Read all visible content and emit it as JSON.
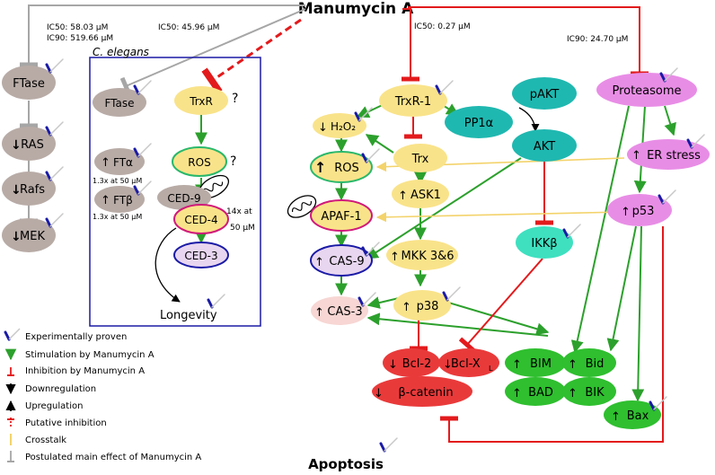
{
  "title": "Manumycin A",
  "bottom_title": "Apoptosis",
  "ic": {
    "left_ic50": "IC50:  58.03 µM",
    "left_ic90": "IC90: 519.66 µM",
    "mid_ic50": "IC50: 45.96 µM",
    "trxr_ic50": "IC50: 0.27 µM",
    "proteasome_ic90": "IC90: 24.70 µM"
  },
  "celegans": {
    "title": "C. elegans",
    "ftase": "FTase",
    "trxr": "TrxR",
    "q1": "?",
    "ros": "ROS",
    "q2": "?",
    "ftalpha": "FTα",
    "ftalpha_note": "1.3x at 50 µM",
    "ftbeta": "FTβ",
    "ftbeta_note": "1.3x at 50 µM",
    "ced9": "CED-9",
    "ced4": "CED-4",
    "ced4_note1": "14x at",
    "ced4_note2": "50 µM",
    "ced3": "CED-3",
    "longevity": "Longevity"
  },
  "left_chain": {
    "ftase": "FTase",
    "ras": "RAS",
    "rafs": "Rafs",
    "mek": "MEK"
  },
  "nodes": {
    "trxr1": "TrxR-1",
    "h2o2": "H₂O₂",
    "pp1a": "PP1α",
    "pakt": "pAKT",
    "akt": "AKT",
    "proteasome": "Proteasome",
    "er_stress": "ER stress",
    "ros": "ROS",
    "trx": "Trx",
    "ask1": "ASK1",
    "apaf1": "APAF-1",
    "p53": "p53",
    "cas9": "CAS-9",
    "mkk": "MKK 3&6",
    "ikkb": "IKKβ",
    "p38": "p38",
    "cas3": "CAS-3",
    "bcl2": "Bcl-2",
    "bclxl": "Bcl-X",
    "bclxl_sub": "L",
    "bim": "BIM",
    "bid": "Bid",
    "bad": "BAD",
    "bik": "BIK",
    "bcatenin": "β-catenin",
    "bax": "Bax"
  },
  "legend": [
    {
      "label": "Experimentally proven",
      "icon": "pen-stroke-icon"
    },
    {
      "label": "Stimulation by Manumycin A",
      "icon": "green-arrow-icon"
    },
    {
      "label": "Inhibition by Manumycin A",
      "icon": "red-inhibition-icon"
    },
    {
      "label": "Downregulation",
      "icon": "down-arrow-icon"
    },
    {
      "label": "Upregulation",
      "icon": "up-arrow-icon"
    },
    {
      "label": "Putative inhibition",
      "icon": "dashed-red-inhibition-icon"
    },
    {
      "label": "Crosstalk",
      "icon": "yellow-line-icon"
    },
    {
      "label": "Postulated main effect of Manumycin A",
      "icon": "grey-inhibition-icon"
    }
  ],
  "colors": {
    "stimulation": "#2ca02c",
    "inhibition": "#e31a1c",
    "crosstalk": "#f7dc6f",
    "postulated": "#a6a6a6",
    "node_yellow": "#f9e38a",
    "node_teal": "#1fb8b0",
    "node_mint": "#3ee0c0",
    "node_violet": "#e88de6",
    "node_red": "#e93a3a",
    "node_green": "#2fbf2f",
    "node_grey": "#b8aba6",
    "node_pink": "#f7d6d3",
    "box_border": "#1a1aa6"
  }
}
